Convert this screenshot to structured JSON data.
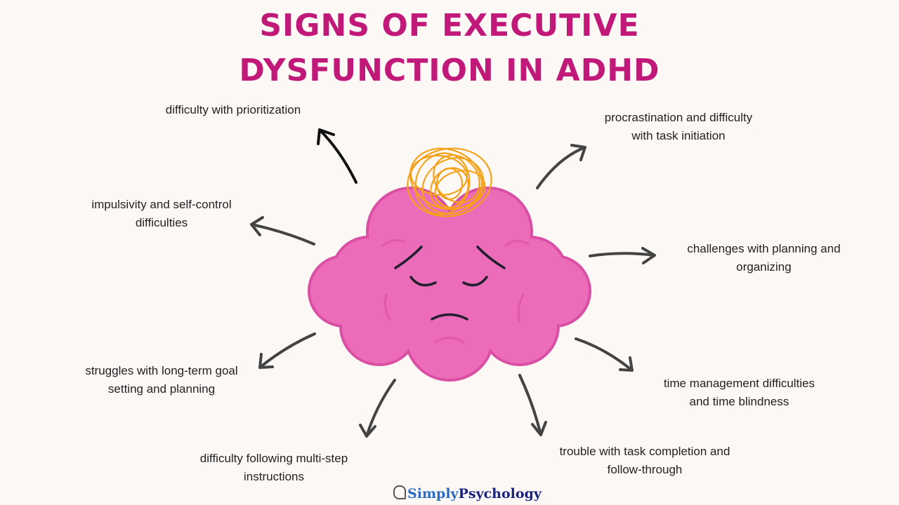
{
  "title": {
    "line1": "SIGNS OF EXECUTIVE",
    "line2": "DYSFUNCTION IN ADHD"
  },
  "colors": {
    "title": "#c1197a",
    "brain": "#ec6cb9",
    "brain_outline": "#d94fa3",
    "scribble": "#f5a21b",
    "background": "#fcf8f5"
  },
  "labels": [
    {
      "id": "prioritization",
      "line1": "difficulty with prioritization",
      "line2": ""
    },
    {
      "id": "procrastination",
      "line1": "procrastination and difficulty",
      "line2": "with task initiation"
    },
    {
      "id": "impulsivity",
      "line1": "impulsivity and self-control",
      "line2": "difficulties"
    },
    {
      "id": "planning",
      "line1": "challenges with planning and",
      "line2": "organizing"
    },
    {
      "id": "goals",
      "line1": "struggles with long-term goal",
      "line2": "setting and planning"
    },
    {
      "id": "time",
      "line1": "time management difficulties",
      "line2": "and time blindness"
    },
    {
      "id": "multistep",
      "line1": "difficulty following multi-step",
      "line2": "instructions"
    },
    {
      "id": "completion",
      "line1": "trouble with task completion and",
      "line2": "follow-through"
    }
  ],
  "center_icon": "sad-brain-with-tangled-scribble",
  "logo": {
    "part1": "Simply",
    "part2": "Psychology",
    "icon": "head-icon"
  }
}
